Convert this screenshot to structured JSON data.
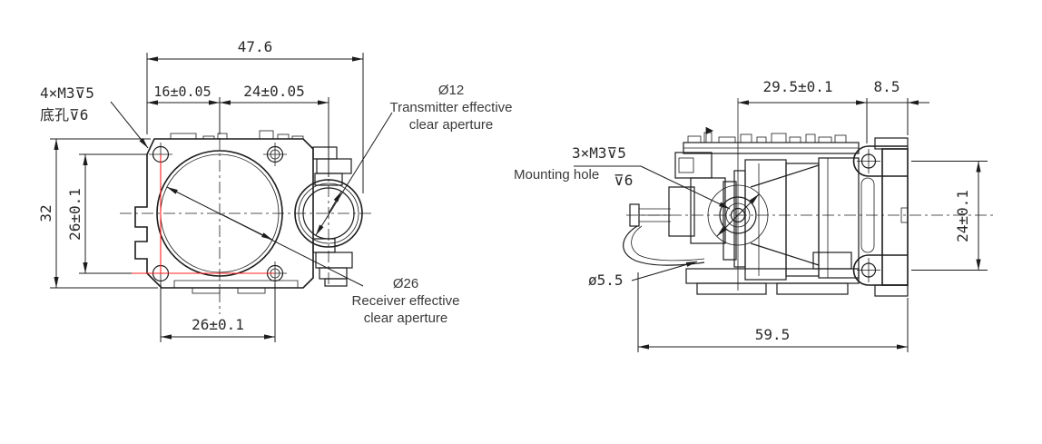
{
  "front_view": {
    "dim_overall_width": "47.6",
    "dim_left_segment": "16±0.05",
    "dim_right_segment": "24±0.05",
    "dim_overall_height": "32",
    "dim_hole_spacing_vertical": "26±0.1",
    "dim_hole_spacing_horizontal": "26±0.1",
    "note_thread_line1": "4×M3⊽5",
    "note_thread_line2": "底孔⊽6",
    "tx_aperture_dia": "Ø12",
    "tx_aperture_line1": "Transmitter effective",
    "tx_aperture_line2": "clear aperture",
    "rx_aperture_dia": "Ø26",
    "rx_aperture_line1": "Receiver effective",
    "rx_aperture_line2": "clear aperture"
  },
  "side_view": {
    "dim_center_to_lug": "29.5±0.1",
    "dim_lug_to_face": "8.5",
    "dim_lug_spacing": "24±0.1",
    "dim_overall_length": "59.5",
    "note_mount_thread": "3×M3⊽5",
    "note_mount_label": "Mounting hole",
    "note_mount_depth": "⊽6",
    "note_wire_dia": "ø5.5"
  },
  "colors": {
    "line": "#1c1c1c",
    "reference": "#ff2020",
    "text": "#2a2a2a"
  }
}
